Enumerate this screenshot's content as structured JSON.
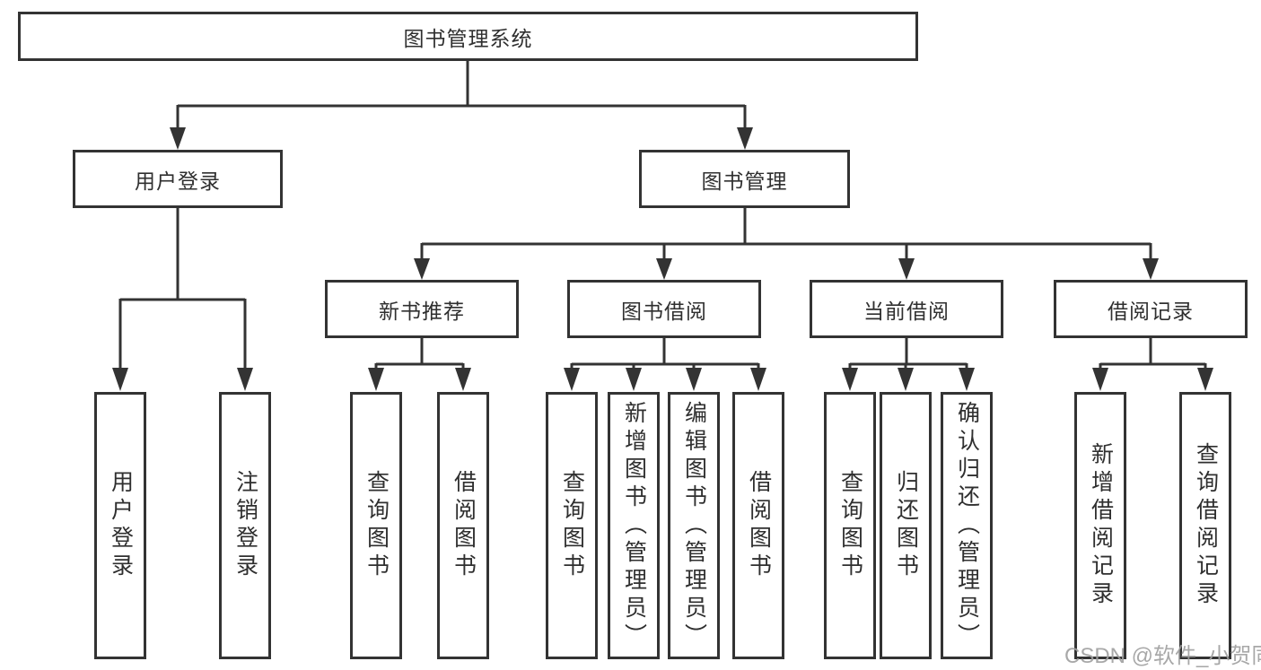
{
  "diagram_title": "图书管理系统",
  "nodes": {
    "root": "图书管理系统",
    "level2": [
      "用户登录",
      "图书管理"
    ],
    "level3": [
      "新书推荐",
      "图书借阅",
      "当前借阅",
      "借阅记录"
    ],
    "leaves_user_login": [
      "用户登录",
      "注销登录"
    ],
    "leaves_new_books": [
      "查询图书",
      "借阅图书"
    ],
    "leaves_book_borrow": [
      "查询图书",
      "新增图书（管理员）",
      "编辑图书（管理员）",
      "借阅图书"
    ],
    "leaves_current_borrow": [
      "查询图书",
      "归还图书",
      "确认归还（管理员）"
    ],
    "leaves_borrow_records": [
      "新增借阅记录",
      "查询借阅记录"
    ]
  },
  "watermark": "CSDN @软件_小贺同学",
  "colors": {
    "line": "#333333",
    "box_border": "#333333",
    "box_fill": "#ffffff",
    "text": "#2f2f2f",
    "watermark": "#9e9e9e"
  }
}
